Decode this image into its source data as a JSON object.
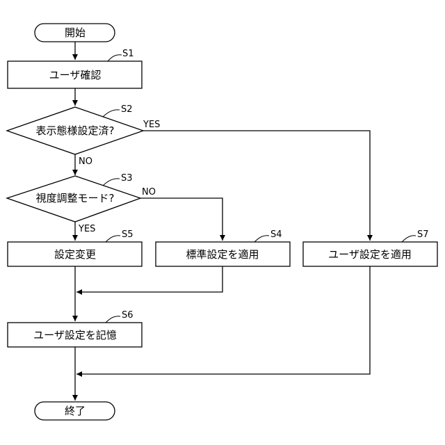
{
  "nodes": {
    "start": {
      "label": "開始"
    },
    "s1": {
      "tag": "S1",
      "label": "ユーザ確認"
    },
    "s2": {
      "tag": "S2",
      "label": "表示態様設定済?"
    },
    "s3": {
      "tag": "S3",
      "label": "視度調整モード?"
    },
    "s4": {
      "tag": "S4",
      "label": "標準設定を適用"
    },
    "s5": {
      "tag": "S5",
      "label": "設定変更"
    },
    "s6": {
      "tag": "S6",
      "label": "ユーザ設定を記憶"
    },
    "s7": {
      "tag": "S7",
      "label": "ユーザ設定を適用"
    },
    "end": {
      "label": "終了"
    }
  },
  "branches": {
    "s2_yes": "YES",
    "s2_no": "NO",
    "s3_no": "NO",
    "s3_yes": "YES"
  }
}
